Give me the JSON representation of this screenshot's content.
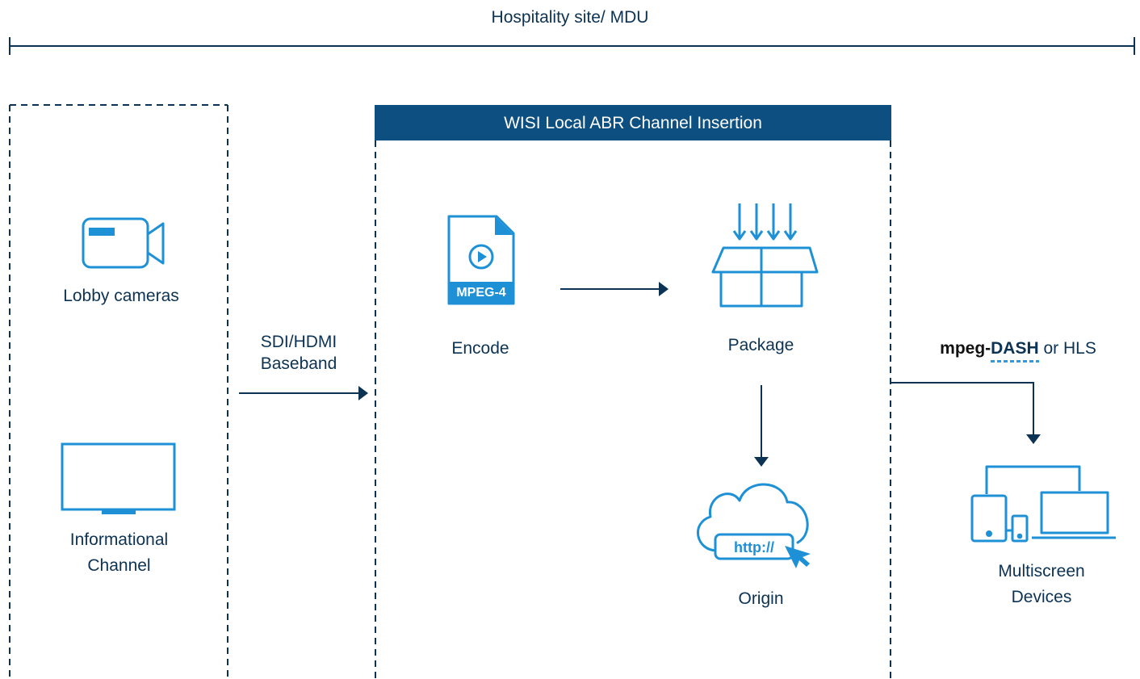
{
  "site": {
    "title": "Hospitality site/ MDU"
  },
  "block": {
    "title": "WISI Local ABR Channel Insertion"
  },
  "sources": {
    "cameras_label": "Lobby cameras",
    "channel_label_line1": "Informational",
    "channel_label_line2": "Channel"
  },
  "link": {
    "line1": "SDI/HDMI",
    "line2": "Baseband"
  },
  "steps": {
    "encode_label": "Encode",
    "encode_badge": "MPEG-4",
    "package_label": "Package",
    "origin_label": "Origin",
    "origin_badge": "http://"
  },
  "output": {
    "format_brand_a": "mpeg-",
    "format_brand_b": "DASH",
    "format_suffix": " or HLS",
    "devices_line1": "Multiscreen",
    "devices_line2": "Devices"
  },
  "colors": {
    "navy": "#0c3353",
    "accent": "#1e90d6",
    "header": "#0d4f80"
  }
}
